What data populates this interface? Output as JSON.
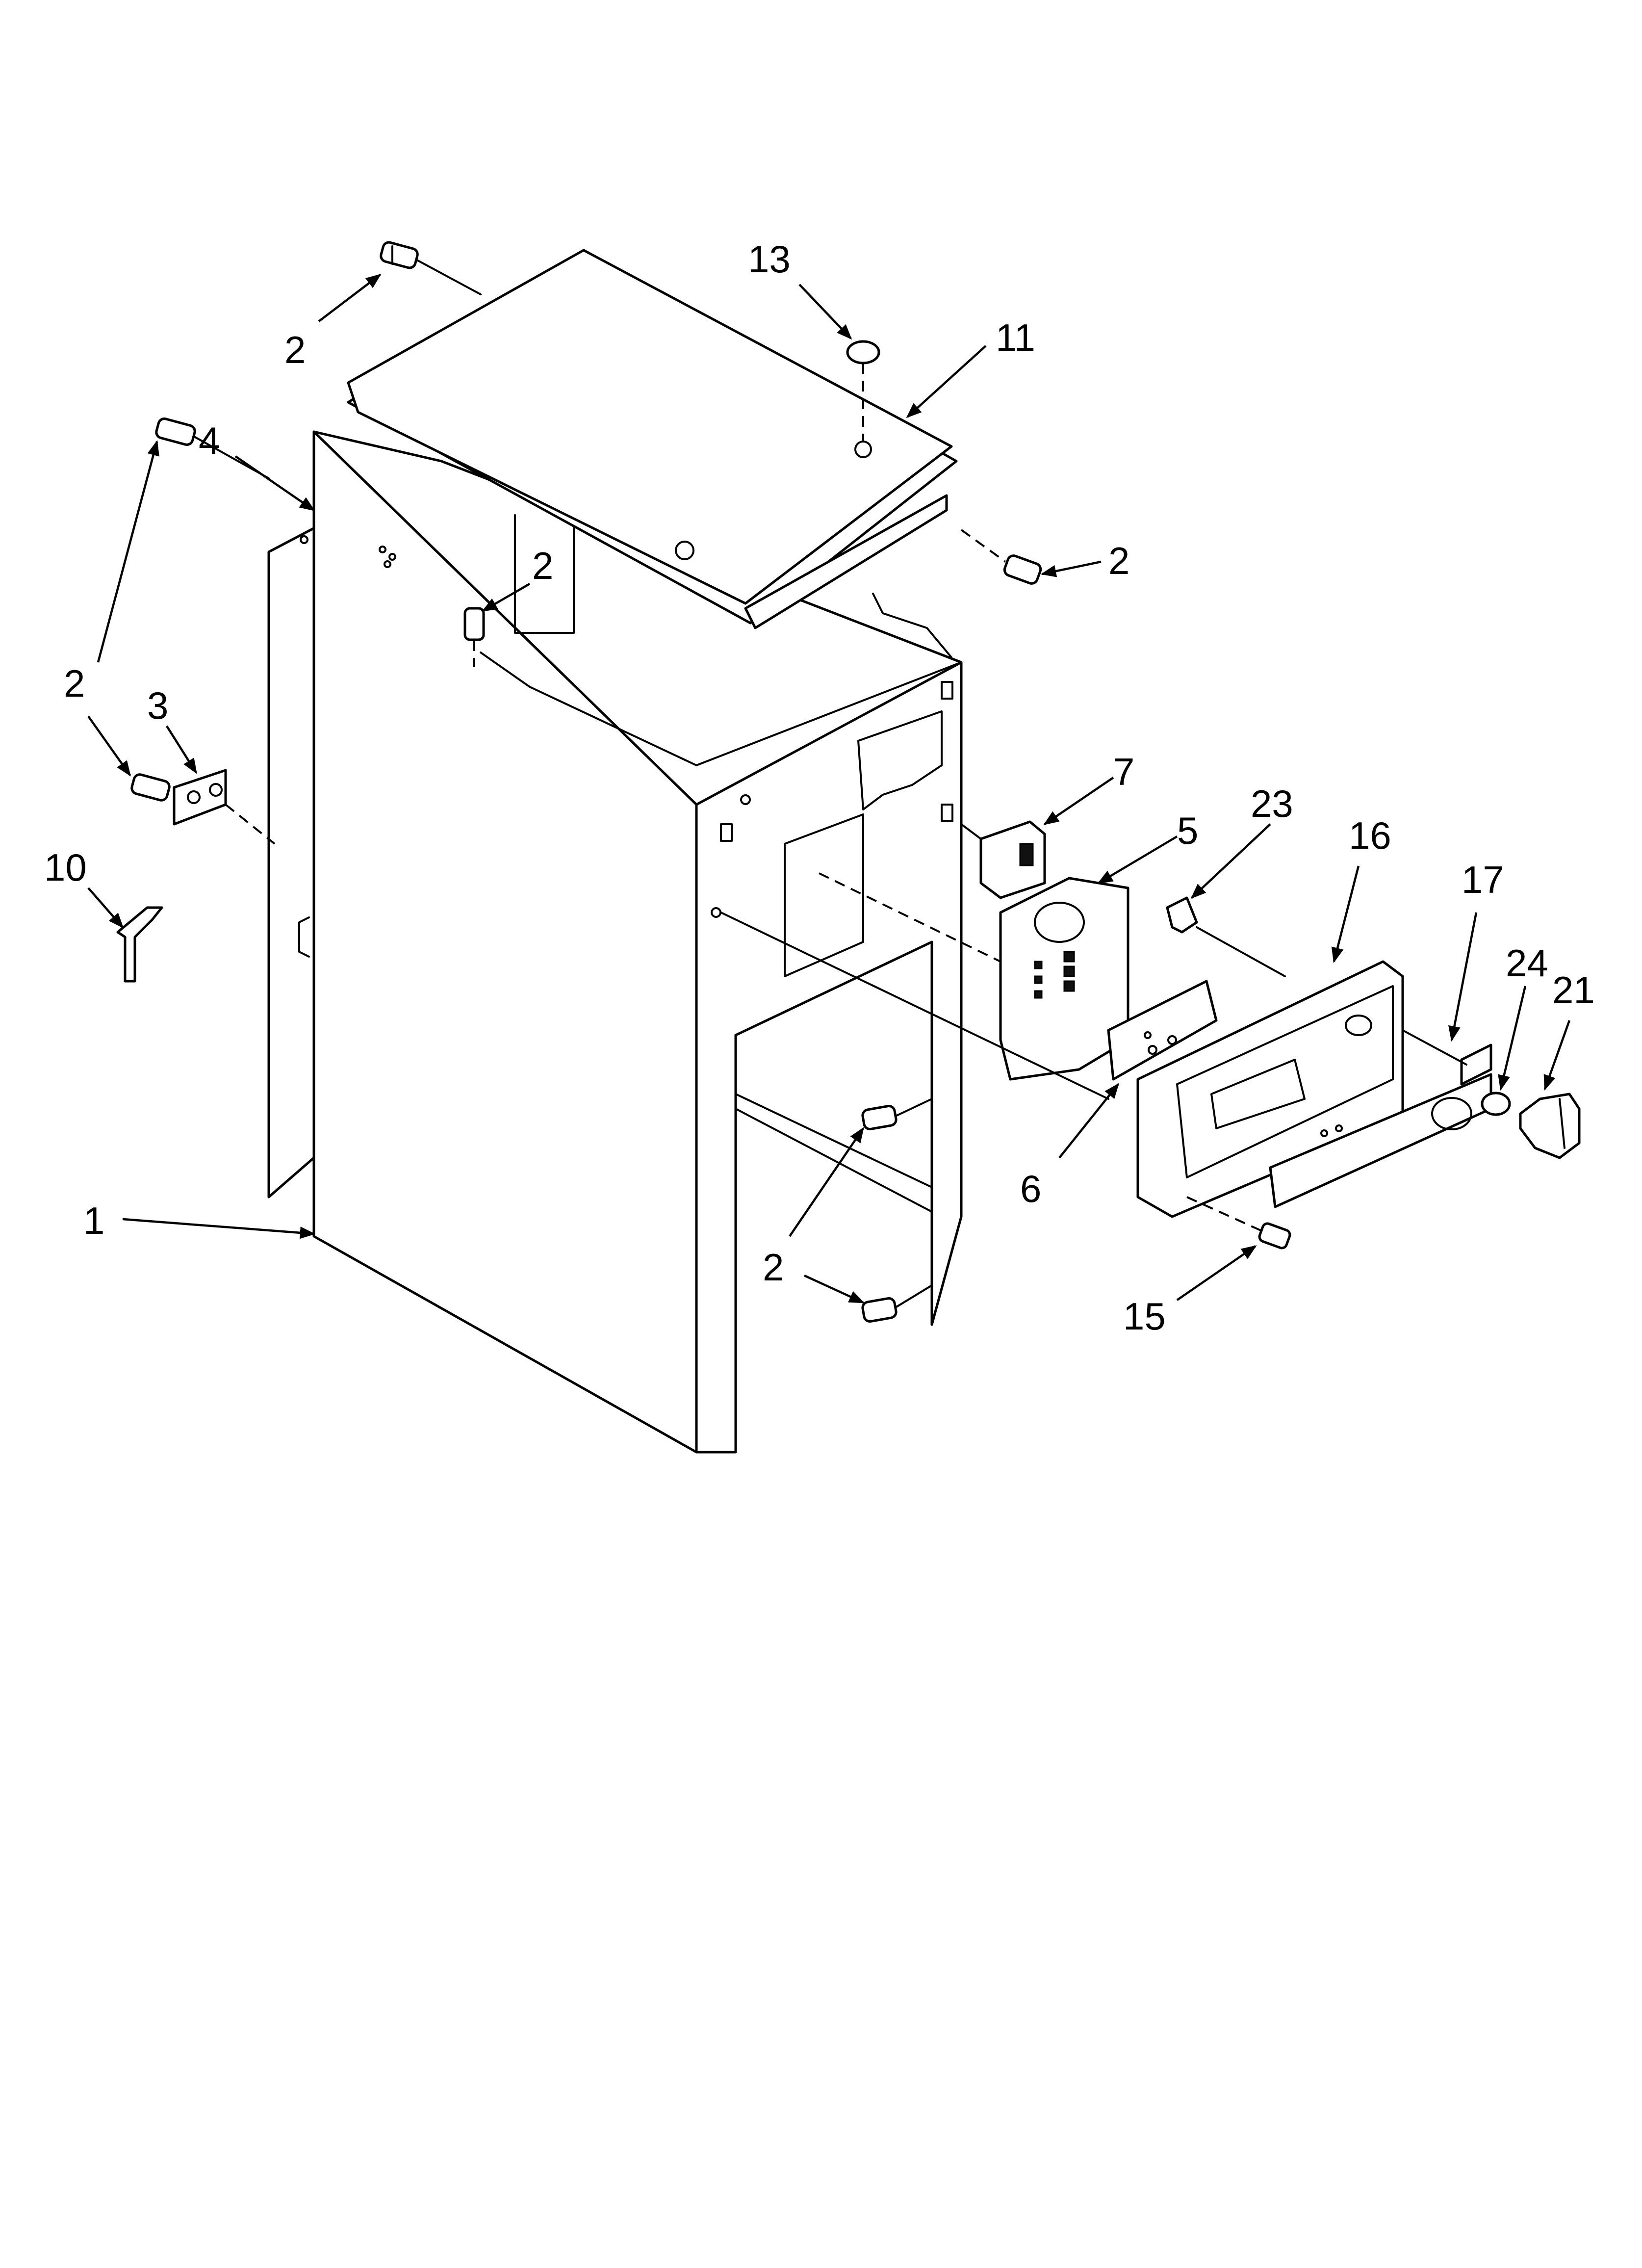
{
  "callouts": [
    {
      "id": "c-13-top",
      "text": "13"
    },
    {
      "id": "c-11-top",
      "text": "11"
    },
    {
      "id": "c-2-topleft",
      "text": "2"
    },
    {
      "id": "c-4",
      "text": "4"
    },
    {
      "id": "c-2-mid",
      "text": "2"
    },
    {
      "id": "c-2-right-top",
      "text": "2"
    },
    {
      "id": "c-2-left",
      "text": "2"
    },
    {
      "id": "c-3",
      "text": "3"
    },
    {
      "id": "c-10",
      "text": "10"
    },
    {
      "id": "c-7",
      "text": "7"
    },
    {
      "id": "c-5",
      "text": "5"
    },
    {
      "id": "c-23",
      "text": "23"
    },
    {
      "id": "c-16",
      "text": "16"
    },
    {
      "id": "c-17",
      "text": "17"
    },
    {
      "id": "c-24",
      "text": "24"
    },
    {
      "id": "c-21",
      "text": "21"
    },
    {
      "id": "c-6",
      "text": "6"
    },
    {
      "id": "c-1",
      "text": "1"
    },
    {
      "id": "c-2-bottom",
      "text": "2"
    },
    {
      "id": "c-15",
      "text": "15"
    }
  ]
}
